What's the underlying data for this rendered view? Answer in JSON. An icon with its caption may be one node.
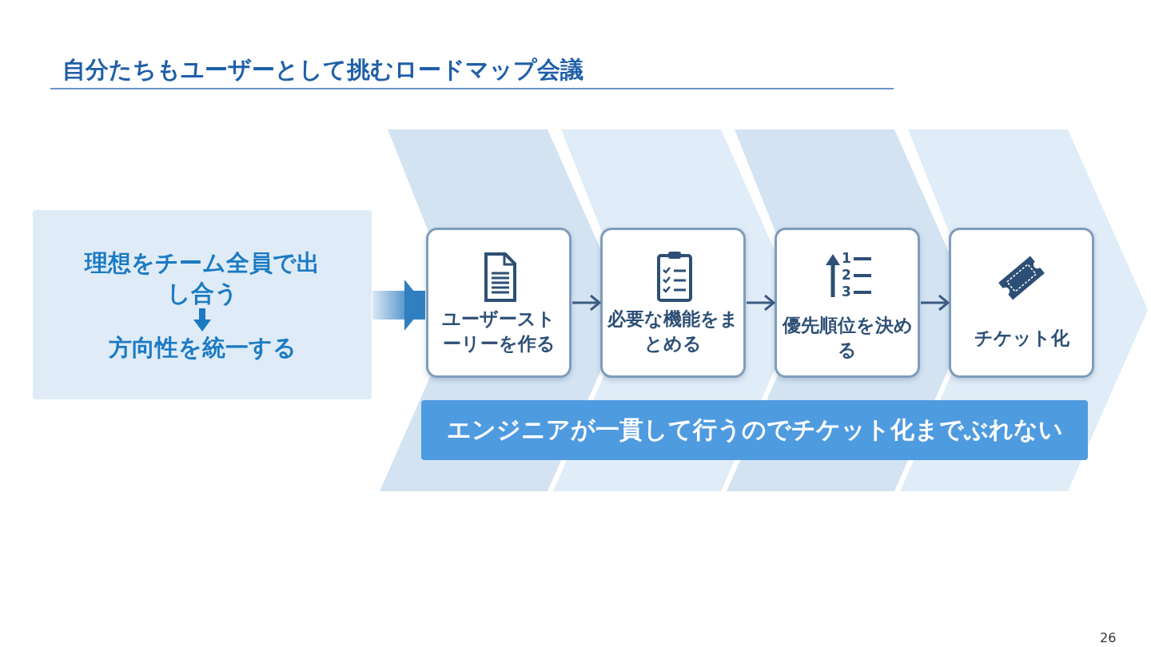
{
  "diagram": {
    "title": "自分たちもユーザーとして挑むロードマップ会議",
    "nodes": [
      {
        "text": [
          "理想をチーム全員で出し合う",
          "方向性を統一する"
        ]
      },
      {
        "text": [
          "ユーザーストーリーを作る"
        ]
      },
      {
        "text": [
          "必要な機能をまとめる"
        ]
      },
      {
        "text": [
          "優先順位を決める"
        ]
      },
      {
        "text": [
          "チケット化"
        ]
      },
      {
        "text": [
          "エンジニアが一貫して行うのでチケット化までぶれない"
        ]
      }
    ],
    "edges": [
      {
        "from": 0,
        "to": 1,
        "arrow": "to",
        "style": "thick"
      },
      {
        "from": 1,
        "to": 2,
        "arrow": "to"
      },
      {
        "from": 2,
        "to": 3,
        "arrow": "to"
      },
      {
        "from": 3,
        "to": 4,
        "arrow": "to"
      }
    ],
    "labels": [
      "1",
      "2",
      "3",
      "26"
    ]
  }
}
